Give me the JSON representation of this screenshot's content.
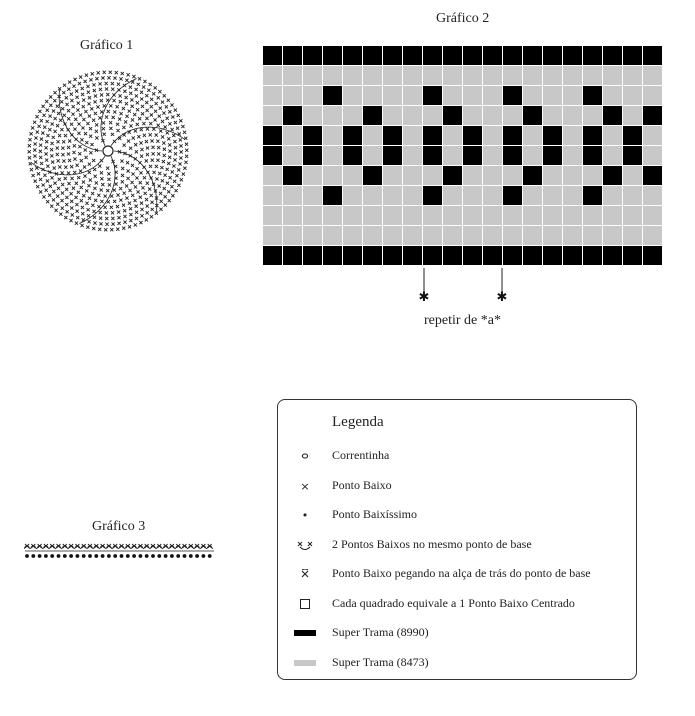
{
  "titles": {
    "chart1": "Gráfico 1",
    "chart2": "Gráfico 2",
    "chart3": "Gráfico 3"
  },
  "repeat_label": "repetir de *a*",
  "colors": {
    "black": "#000000",
    "grey": "#c8c8c8"
  },
  "chart2_grid": [
    "BBBBBBBBBBBBBBBBBBBB",
    "GGGGGGGGGGGGGGGGGGGG",
    "GGGBGGGGBGGGBGGGBGGG",
    "GBGGGBGGGBGGGBGGGBGB",
    "BGBGBGBGBGBGBGBGBGBG",
    "BGBGBGBGBGBGBGBGBGBG",
    "GBGGGBGGGBGGGBGGGBGB",
    "GGGBGGGGBGGGBGGGBGGG",
    "GGGGGGGGGGGGGGGGGGGG",
    "GGGGGGGGGGGGGGGGGGGG",
    "BBBBBBBBBBBBBBBBBBBB"
  ],
  "legend": {
    "title": "Legenda",
    "items": [
      {
        "icon": "chain-stitch-icon",
        "symbol": "o",
        "label": "Correntinha"
      },
      {
        "icon": "single-crochet-icon",
        "symbol": "×",
        "label": "Ponto Baixo"
      },
      {
        "icon": "slip-stitch-icon",
        "symbol": "•",
        "label": "Ponto Baixíssimo"
      },
      {
        "icon": "two-single-crochet-icon",
        "symbol": "✕✕",
        "label": "2 Pontos Baixos no mesmo ponto de base"
      },
      {
        "icon": "back-loop-single-crochet-icon",
        "symbol": "×",
        "label": "Ponto Baixo pegando na alça de trás do ponto de base"
      },
      {
        "icon": "open-square-icon",
        "symbol": "",
        "label": "Cada quadrado equivale a 1 Ponto Baixo Centrado"
      },
      {
        "icon": "black-bar-icon",
        "symbol": "",
        "label": "Super Trama (8990)"
      },
      {
        "icon": "grey-bar-icon",
        "symbol": "",
        "label": "Super Trama (8473)"
      }
    ]
  }
}
